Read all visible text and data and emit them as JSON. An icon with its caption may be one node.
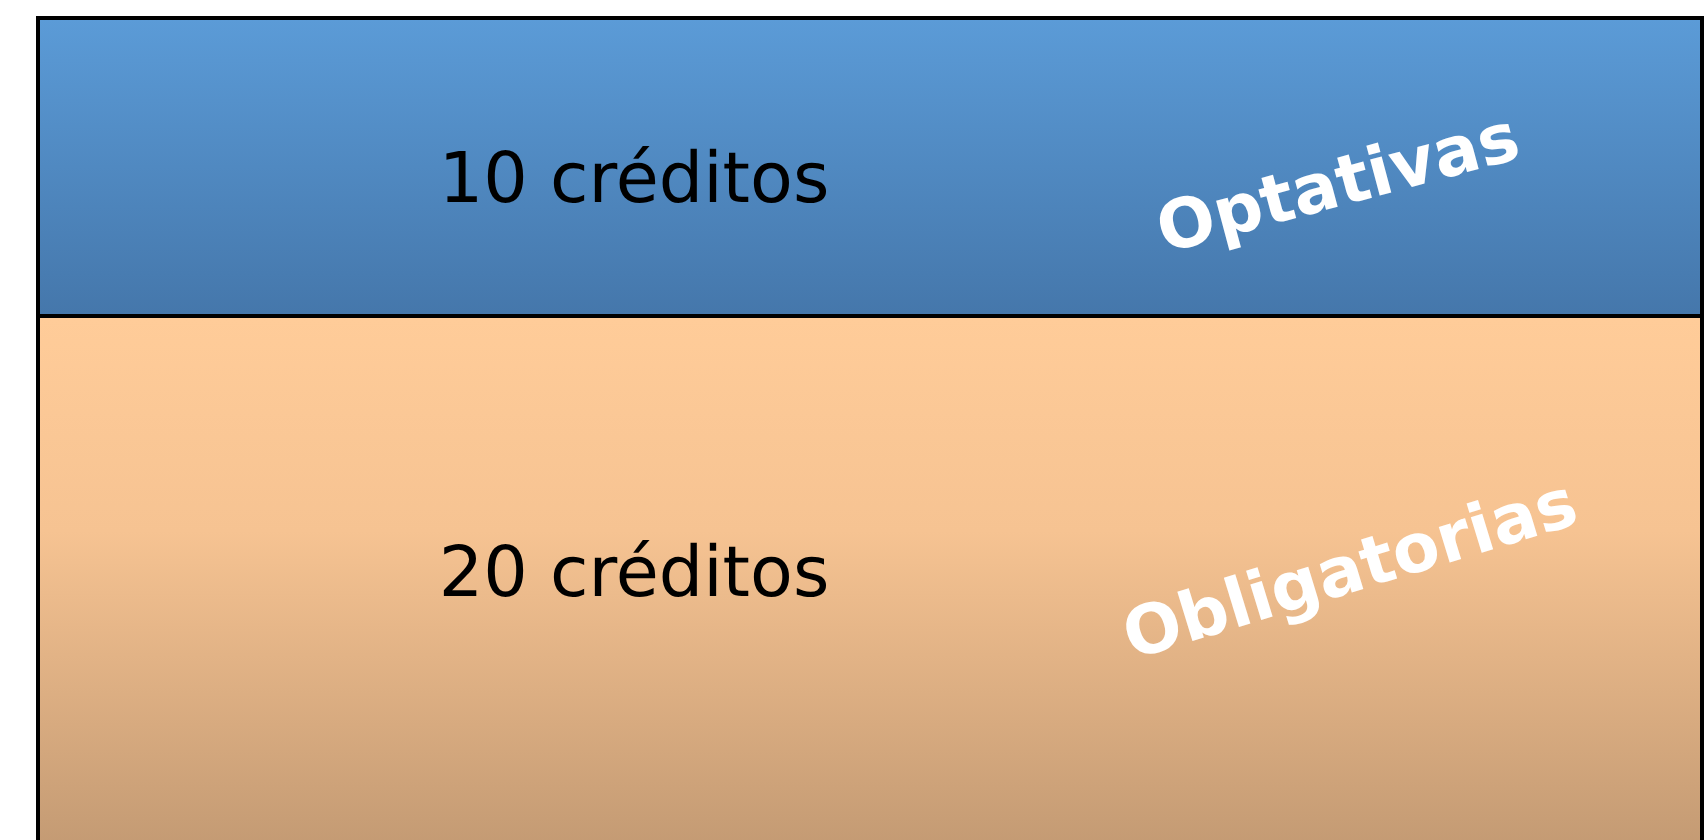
{
  "diagram": {
    "nodes": [
      {
        "text": [
          "10 créditos",
          "Optativas"
        ]
      },
      {
        "text": [
          "20 créditos",
          "Obligatorias"
        ]
      }
    ]
  }
}
